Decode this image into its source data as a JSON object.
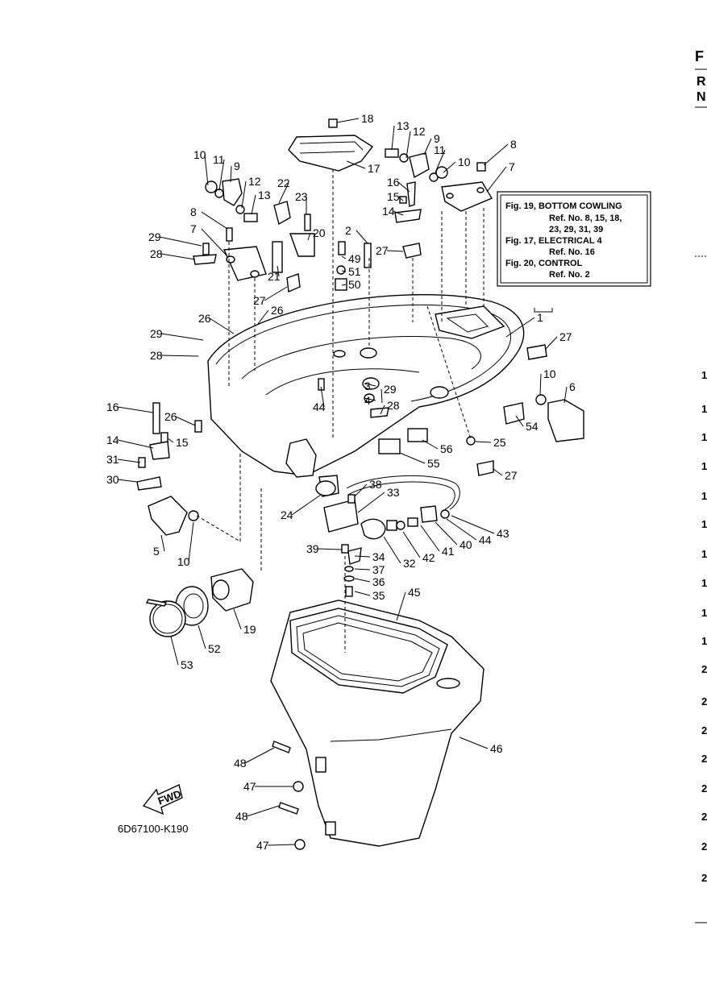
{
  "page_edge": {
    "letters": [
      "F",
      "R",
      "N"
    ],
    "row_numbers": [
      "1",
      "1",
      "1",
      "1",
      "1",
      "1",
      "1",
      "1",
      "1",
      "1",
      "2",
      "2",
      "2",
      "2",
      "2",
      "2",
      "2",
      "2"
    ]
  },
  "reference_box": {
    "lines": [
      "Fig. 19, BOTTOM COWLING",
      "Ref. No. 8, 15, 18,",
      "23, 29, 31, 39",
      "Fig. 17, ELECTRICAL 4",
      "Ref. No. 16",
      "Fig. 20, CONTROL",
      "Ref. No. 2"
    ]
  },
  "fwd_label": "FWD",
  "drawing_code": "6D67100-K190",
  "callouts": [
    {
      "label": "18"
    },
    {
      "label": "13"
    },
    {
      "label": "12"
    },
    {
      "label": "9"
    },
    {
      "label": "8"
    },
    {
      "label": "11"
    },
    {
      "label": "10"
    },
    {
      "label": "7"
    },
    {
      "label": "16"
    },
    {
      "label": "15"
    },
    {
      "label": "14"
    },
    {
      "label": "17"
    },
    {
      "label": "10"
    },
    {
      "label": "11"
    },
    {
      "label": "9"
    },
    {
      "label": "12"
    },
    {
      "label": "13"
    },
    {
      "label": "22"
    },
    {
      "label": "23"
    },
    {
      "label": "20"
    },
    {
      "label": "8"
    },
    {
      "label": "7"
    },
    {
      "label": "29"
    },
    {
      "label": "28"
    },
    {
      "label": "21"
    },
    {
      "label": "2"
    },
    {
      "label": "27"
    },
    {
      "label": "49"
    },
    {
      "label": "51"
    },
    {
      "label": "50"
    },
    {
      "label": "27"
    },
    {
      "label": "26"
    },
    {
      "label": "26"
    },
    {
      "label": "29"
    },
    {
      "label": "28"
    },
    {
      "label": "1"
    },
    {
      "label": "27"
    },
    {
      "label": "10"
    },
    {
      "label": "6"
    },
    {
      "label": "3"
    },
    {
      "label": "4"
    },
    {
      "label": "29"
    },
    {
      "label": "28"
    },
    {
      "label": "44"
    },
    {
      "label": "16"
    },
    {
      "label": "26"
    },
    {
      "label": "15"
    },
    {
      "label": "14"
    },
    {
      "label": "31"
    },
    {
      "label": "30"
    },
    {
      "label": "54"
    },
    {
      "label": "56"
    },
    {
      "label": "25"
    },
    {
      "label": "55"
    },
    {
      "label": "27"
    },
    {
      "label": "38"
    },
    {
      "label": "33"
    },
    {
      "label": "24"
    },
    {
      "label": "5"
    },
    {
      "label": "10"
    },
    {
      "label": "43"
    },
    {
      "label": "44"
    },
    {
      "label": "40"
    },
    {
      "label": "41"
    },
    {
      "label": "42"
    },
    {
      "label": "32"
    },
    {
      "label": "39"
    },
    {
      "label": "34"
    },
    {
      "label": "37"
    },
    {
      "label": "36"
    },
    {
      "label": "35"
    },
    {
      "label": "19"
    },
    {
      "label": "52"
    },
    {
      "label": "53"
    },
    {
      "label": "45"
    },
    {
      "label": "46"
    },
    {
      "label": "48"
    },
    {
      "label": "47"
    },
    {
      "label": "48"
    },
    {
      "label": "47"
    }
  ]
}
